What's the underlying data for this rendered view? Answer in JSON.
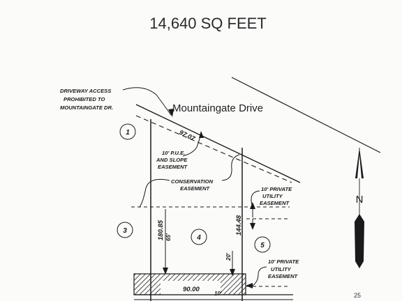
{
  "title": "14,640 SQ FEET",
  "street_name": "Mountaingate Drive",
  "notes": {
    "driveway_line1": "DRIVEWAY ACCESS",
    "driveway_line2": "PROHIBITED TO",
    "driveway_line3": "MOUNTAINGATE DR.",
    "pue_line1": "10' P.U.E.",
    "pue_line2": "AND SLOPE",
    "pue_line3": "EASEMENT",
    "conservation_line1": "CONSERVATION",
    "conservation_line2": "EASEMENT",
    "private_utility_top_line1": "10' PRIVATE",
    "private_utility_top_line2": "UTILITY",
    "private_utility_top_line3": "EASEMENT",
    "private_utility_bottom_line1": "10' PRIVATE",
    "private_utility_bottom_line2": "UTILITY",
    "private_utility_bottom_line3": "EASEMENT"
  },
  "dimensions": {
    "frontage": "97.07",
    "left_side": "180.85",
    "right_side": "144.48",
    "rear": "90.00",
    "setback_left": "65'",
    "setback_right": "20'",
    "rear_setback": "10'"
  },
  "lots": {
    "lot1": "1",
    "lot3": "3",
    "lot4": "4",
    "lot5": "5"
  },
  "north_arrow": {
    "label": "N"
  },
  "page_number": "25"
}
